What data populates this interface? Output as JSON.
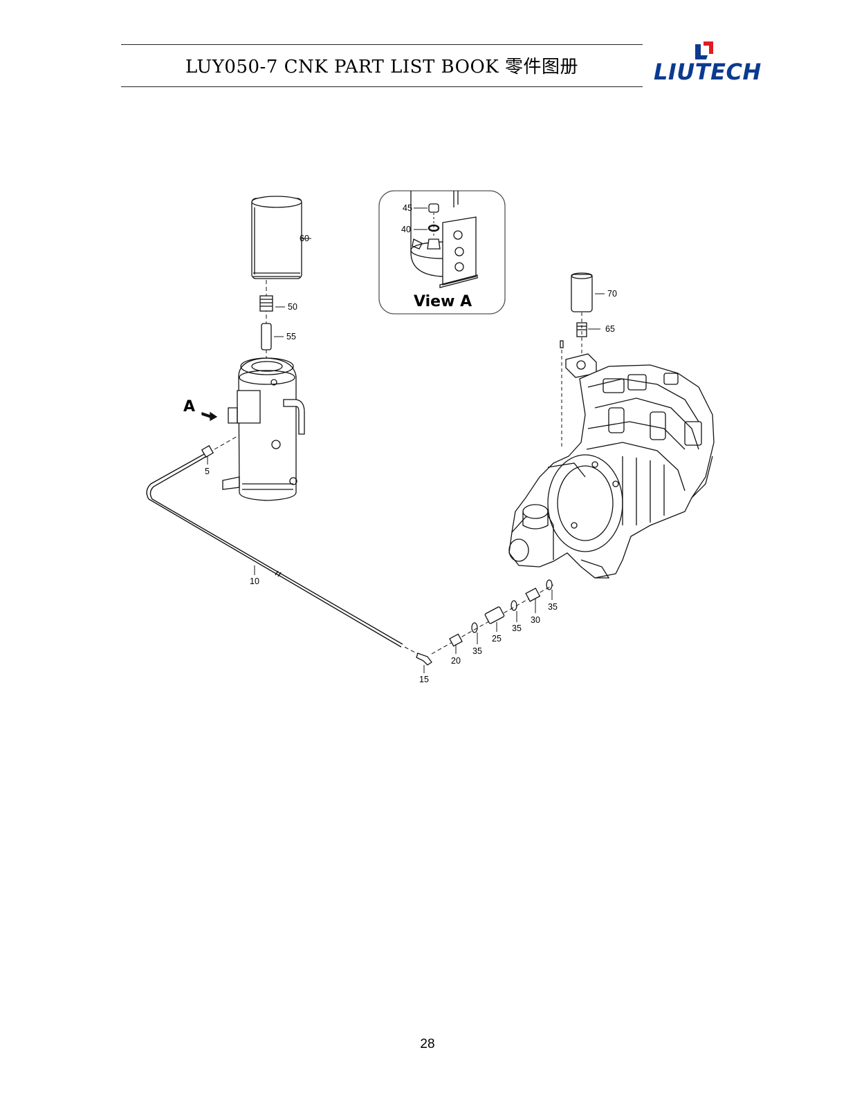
{
  "header": {
    "title": "LUY050-7 CNK PART LIST BOOK 零件图册",
    "logo_text": "LIUTECH",
    "brand_color": "#0b3a8f",
    "accent_color": "#e21b24"
  },
  "drawing": {
    "view_marker": "A",
    "detail_caption": "View A",
    "callouts": {
      "c5": "5",
      "c10": "10",
      "c15": "15",
      "c20": "20",
      "c25": "25",
      "c30": "30",
      "c35a": "35",
      "c35b": "35",
      "c35c": "35",
      "c40": "40",
      "c45": "45",
      "c50": "50",
      "c55": "55",
      "c60": "60",
      "c65": "65",
      "c70": "70"
    }
  },
  "footer": {
    "page_number": "28"
  }
}
